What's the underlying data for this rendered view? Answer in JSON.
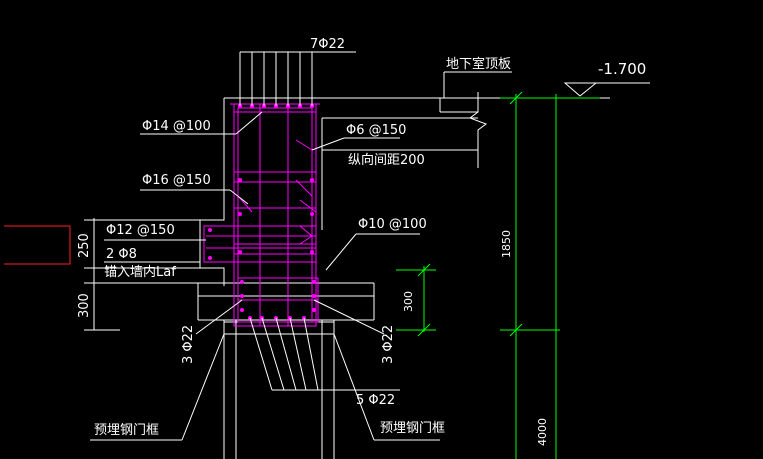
{
  "colors": {
    "background": "#000000",
    "line": "#ffffff",
    "rebar": "#ff00ff",
    "dimension": "#00ff00",
    "section_mark": "#ff2020"
  },
  "labels": {
    "top_bars": "7Φ22",
    "roof_slab": "地下室顶板",
    "elevation": "-1.700",
    "stirrup_outer": "Φ14 @100",
    "stirrup_right": "Φ6 @150",
    "longitudinal_spacing": "纵向间距200",
    "stirrup_mid": "Φ16 @150",
    "tie_left": "Φ12 @150",
    "tie_right": "Φ10 @100",
    "anchor_bars": "2 Φ8",
    "anchor_note": "锚入墙内Laf",
    "bottom_left_bars": "3 Φ22",
    "bottom_right_bars": "3 Φ22",
    "bottom_bars": "5 Φ22",
    "frame_left": "预埋钢门框",
    "frame_right": "预埋钢门框"
  },
  "dimensions": {
    "dim_250": "250",
    "dim_300_left": "300",
    "dim_300_right": "300",
    "dim_1850": "1850",
    "dim_4000": "4000"
  }
}
